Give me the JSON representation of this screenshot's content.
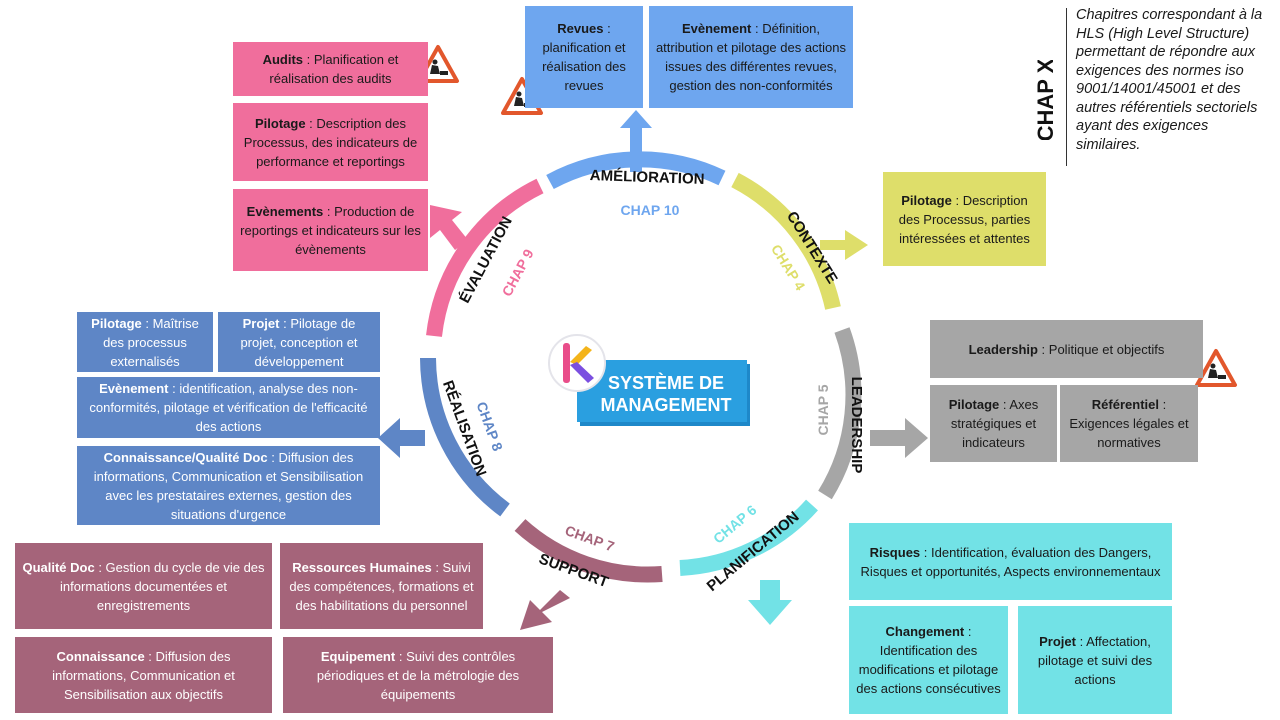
{
  "center": {
    "title_line1": "SYSTÈME DE",
    "title_line2": "MANAGEMENT",
    "logo_letter": "K"
  },
  "cycle": [
    {
      "name": "AMÉLIORATION",
      "chap": "CHAP 10",
      "color": "#6ea6ef"
    },
    {
      "name": "CONTEXTE",
      "chap": "CHAP 4",
      "color": "#dede6a"
    },
    {
      "name": "LEADERSHIP",
      "chap": "CHAP 5",
      "color": "#a6a6a6"
    },
    {
      "name": "PLANIFICATION",
      "chap": "CHAP 6",
      "color": "#72e2e6"
    },
    {
      "name": "SUPPORT",
      "chap": "CHAP 7",
      "color": "#a5647a"
    },
    {
      "name": "RÉALISATION",
      "chap": "CHAP 8",
      "color": "#5e86c6"
    },
    {
      "name": "ÉVALUATION",
      "chap": "CHAP 9",
      "color": "#f06e9c"
    }
  ],
  "legend": {
    "chap_x": "CHAP X",
    "text": "Chapitres correspondant à la HLS (High Level Structure) permettant de répondre aux exigences des normes iso 9001/14001/45001 et des autres référentiels sectoriels ayant des exigences similaires."
  },
  "boxes": {
    "audits": {
      "title": "Audits",
      "text": "Planification et réalisation des audits"
    },
    "pilotage_eval": {
      "title": "Pilotage",
      "text": "Description des Processus, des indicateurs de performance et reportings"
    },
    "evenements_eval": {
      "title": "Evènements",
      "text": "Production de reportings et indicateurs sur les évènements"
    },
    "revues": {
      "title": "Revues",
      "text": "planification et réalisation des revues"
    },
    "evenement_amel": {
      "title": "Evènement",
      "text": "Définition, attribution et pilotage des actions issues des différentes revues, gestion des non-conformités"
    },
    "pilotage_contexte": {
      "title": "Pilotage",
      "text": "Description des Processus, parties intéressées et attentes"
    },
    "leadership": {
      "title": "Leadership",
      "text": "Politique et objectifs"
    },
    "pilotage_lead": {
      "title": "Pilotage",
      "text": "Axes stratégiques et indicateurs"
    },
    "referentiel": {
      "title": "Référentiel",
      "text": "Exigences légales et normatives"
    },
    "risques": {
      "title": "Risques",
      "text": "Identification, évaluation des Dangers, Risques et opportunités, Aspects environnementaux"
    },
    "changement": {
      "title": "Changement",
      "text": "Identification des modifications et pilotage des actions consécutives"
    },
    "projet_planif": {
      "title": "Projet",
      "text": "Affectation, pilotage et suivi des actions"
    },
    "pilotage_real": {
      "title": "Pilotage",
      "text": "Maîtrise des processus externalisés"
    },
    "projet_real": {
      "title": "Projet",
      "text": "Pilotage de projet, conception et développement"
    },
    "evenement_real": {
      "title": "Evènement",
      "text": "identification, analyse des non-conformités, pilotage et vérification de l'efficacité des actions"
    },
    "connaissance_real": {
      "title": "Connaissance/Qualité Doc",
      "text": "Diffusion des informations, Communication et Sensibilisation avec les prestataires externes, gestion des situations d'urgence"
    },
    "qualite_doc": {
      "title": "Qualité Doc",
      "text": "Gestion du cycle de vie des informations documentées et enregistrements"
    },
    "rh": {
      "title": "Ressources Humaines",
      "text": "Suivi des compétences, formations et des habilitations du personnel"
    },
    "connaissance_support": {
      "title": "Connaissance",
      "text": "Diffusion des informations, Communication et Sensibilisation aux objectifs"
    },
    "equipement": {
      "title": "Equipement",
      "text": "Suivi des contrôles périodiques et de la métrologie des équipements"
    }
  }
}
